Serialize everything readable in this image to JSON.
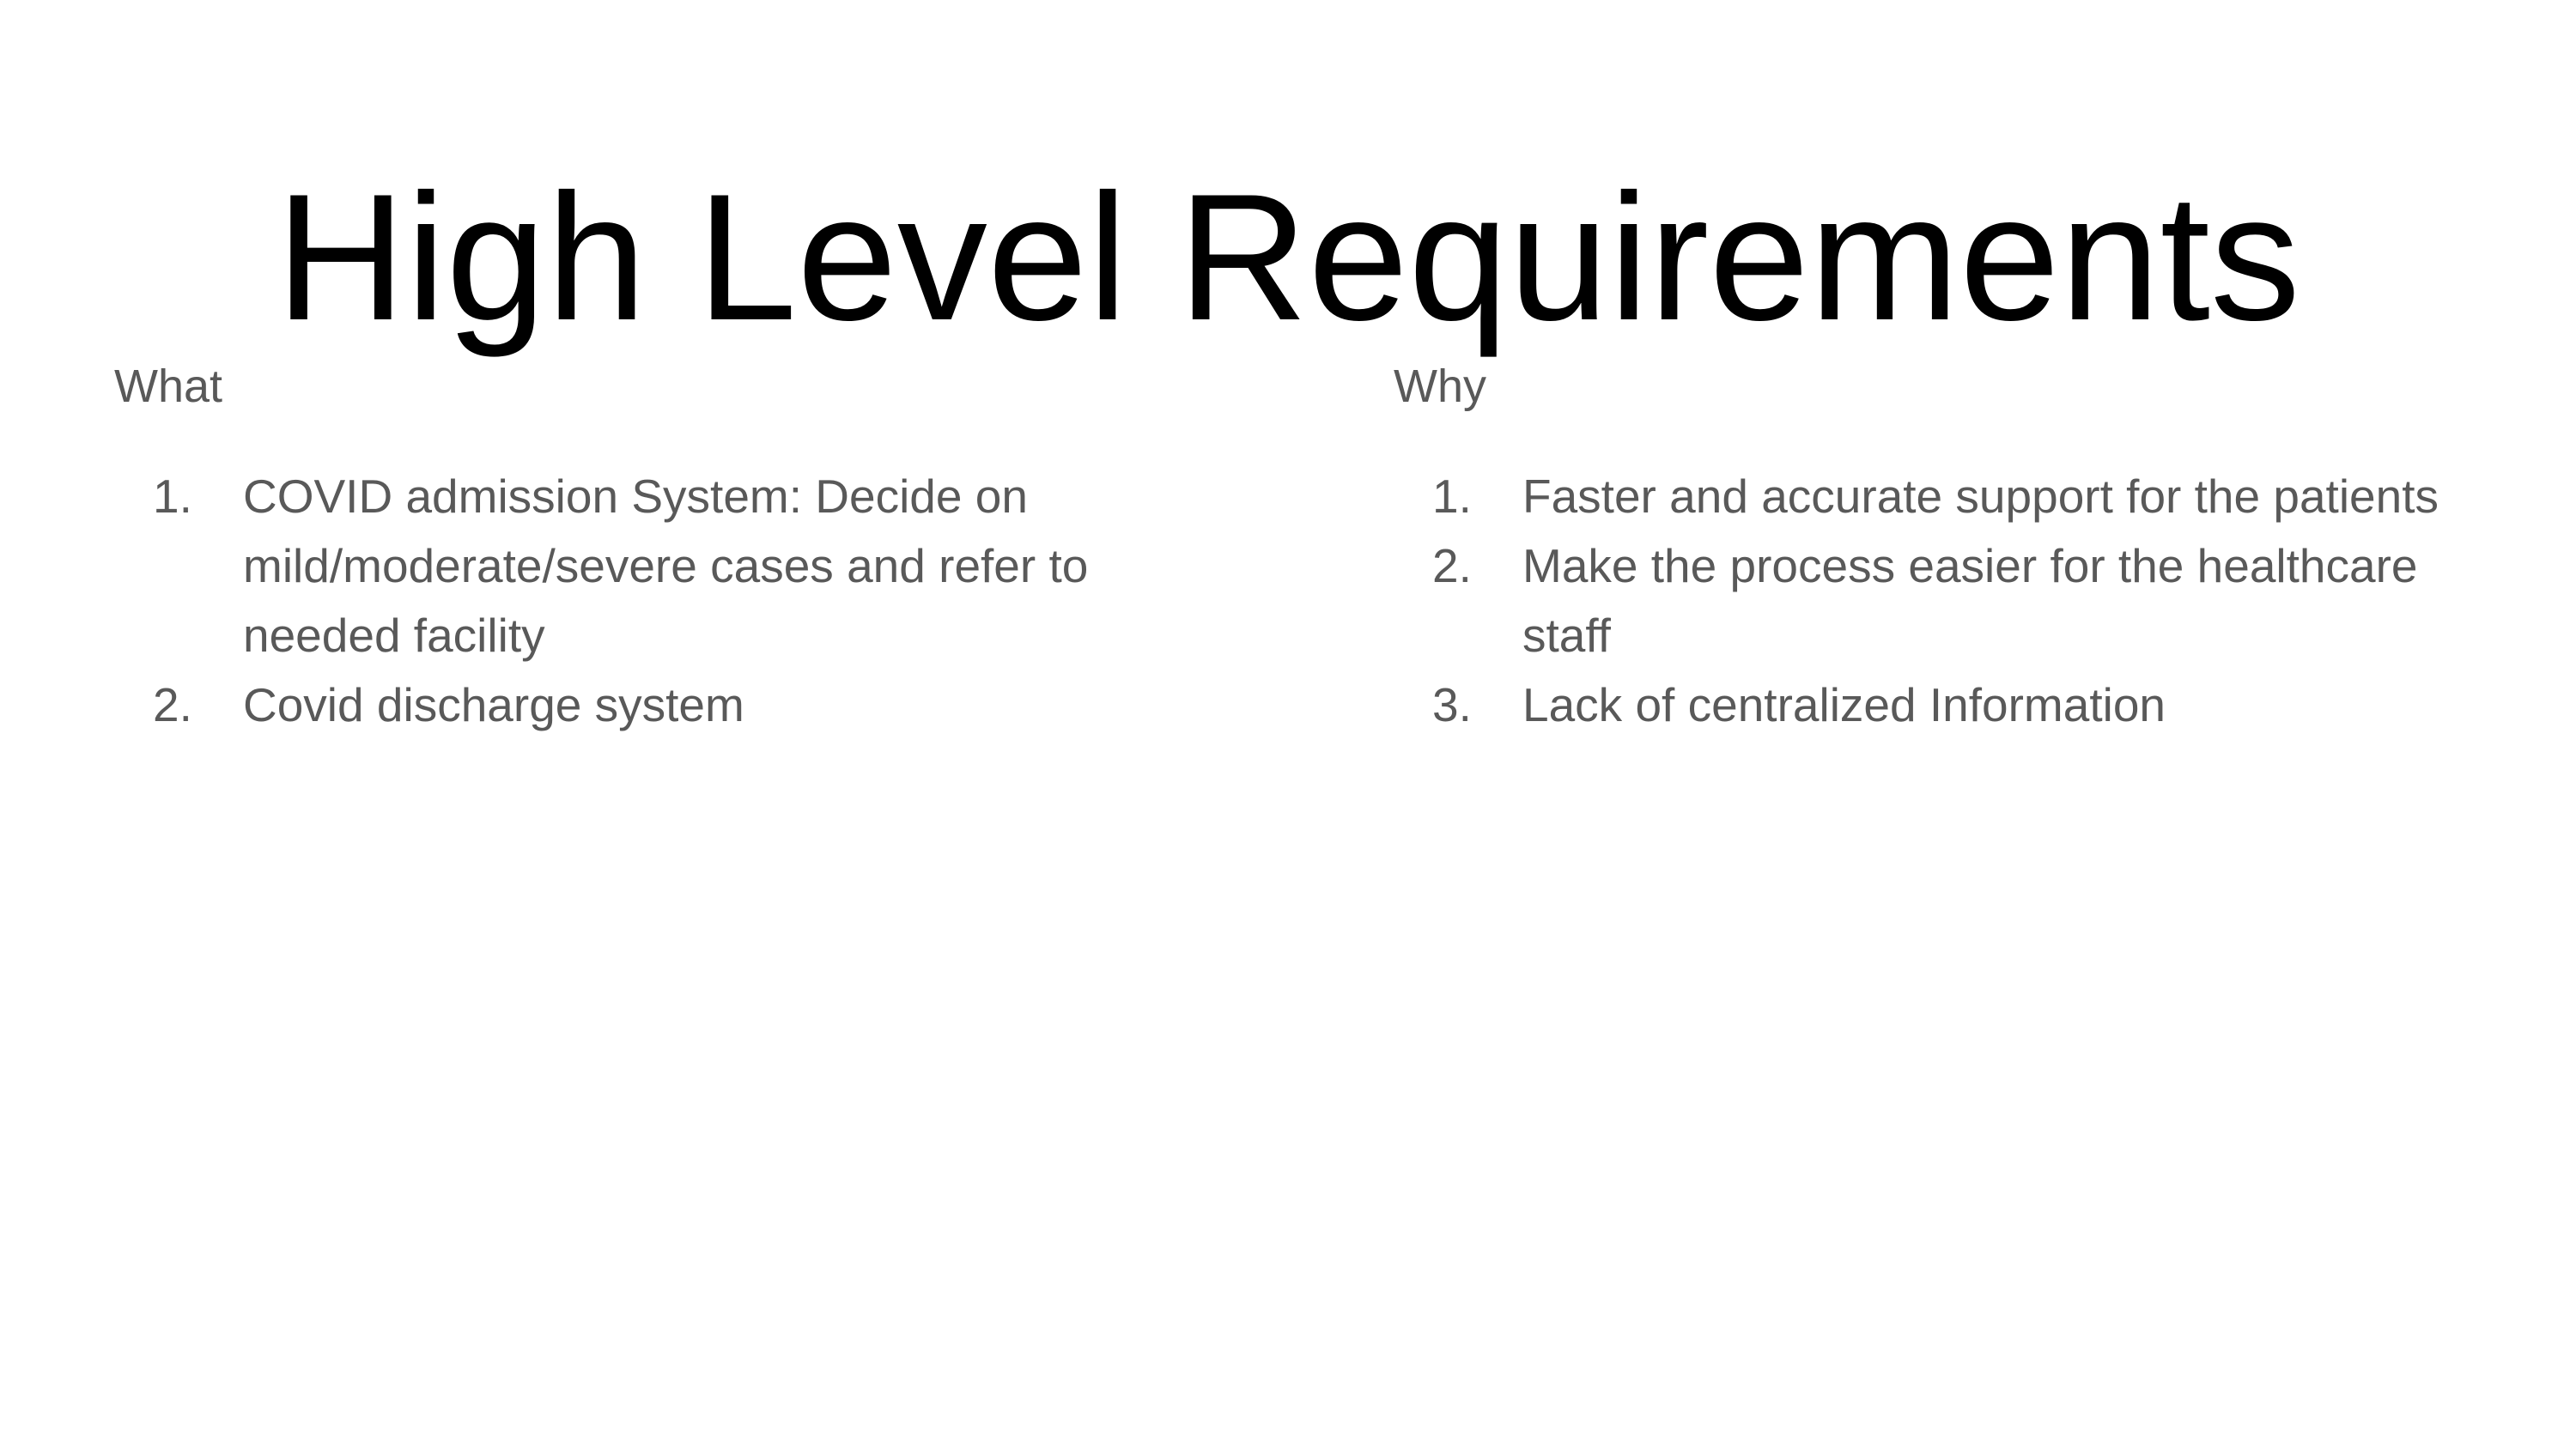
{
  "slide": {
    "title": "High Level Requirements",
    "what": {
      "heading": "What",
      "items": [
        {
          "num": "1.",
          "text": "COVID admission System: Decide on mild/moderate/severe cases and refer to needed facility"
        },
        {
          "num": "2.",
          "text": "Covid discharge system"
        }
      ]
    },
    "why": {
      "heading": "Why",
      "items": [
        {
          "num": "1.",
          "text": "Faster and accurate support for the patients"
        },
        {
          "num": "2.",
          "text": "Make the process easier for the healthcare staff"
        },
        {
          "num": "3.",
          "text": "Lack of centralized Information"
        }
      ]
    }
  }
}
